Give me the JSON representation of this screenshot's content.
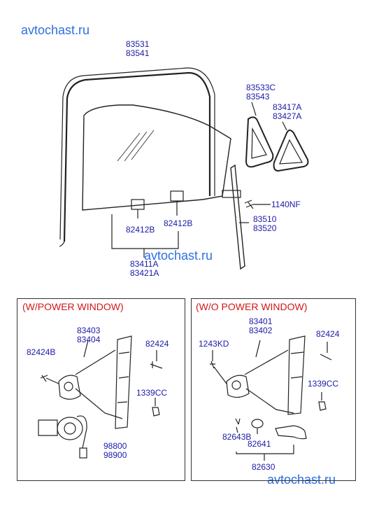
{
  "watermarks": {
    "top_left": "avtochast.ru",
    "middle": "avtochast.ru",
    "bottom_right": "avtochast.ru"
  },
  "top_section": {
    "glass_frame": [
      "83531",
      "83541"
    ],
    "quarter_glass_seal": [
      "83533C",
      "83543"
    ],
    "quarter_glass": [
      "83417A",
      "83427A"
    ],
    "bolt": "1140NF",
    "channel": [
      "83510",
      "83520"
    ],
    "holder_left": "82412B",
    "holder_right": "82412B",
    "door_glass": [
      "83411A",
      "83421A"
    ]
  },
  "power_window": {
    "title": "(W/POWER WINDOW)",
    "regulator": [
      "83403",
      "83404"
    ],
    "bolt_left": "82424B",
    "bolt_right": "82424",
    "nut": "1339CC",
    "motor": [
      "98800",
      "98900"
    ]
  },
  "manual_window": {
    "title": "(W/O POWER WINDOW)",
    "regulator": [
      "83401",
      "83402"
    ],
    "bolt_left": "1243KD",
    "bolt_right": "82424",
    "nut": "1339CC",
    "clip": "82643B",
    "spacer": "82641",
    "handle": "82630"
  }
}
